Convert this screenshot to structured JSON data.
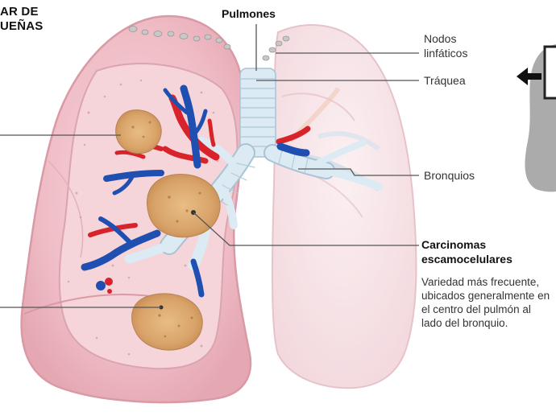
{
  "header": {
    "title_line1": "AR DE",
    "title_line2": "UEÑAS"
  },
  "labels": {
    "pulmones": "Pulmones",
    "nodos_line1": "Nodos",
    "nodos_line2": "linfáticos",
    "traquea": "Tráquea",
    "bronquios": "Bronquios",
    "carcinoma_line1": "Carcinomas",
    "carcinoma_line2": "escamocelulares",
    "carcinoma_desc": "Variedad más frecuente, ubicados generalmente en el centro del pulmón al lado del bronquio."
  },
  "colors": {
    "lung_fill": "#f2c4cb",
    "lung_inner": "#f6d3d8",
    "artery": "#d8232a",
    "vein": "#1f4fb0",
    "trachea": "#d6e8f2",
    "tumor": "#e0b178",
    "leader_line": "#555555"
  }
}
